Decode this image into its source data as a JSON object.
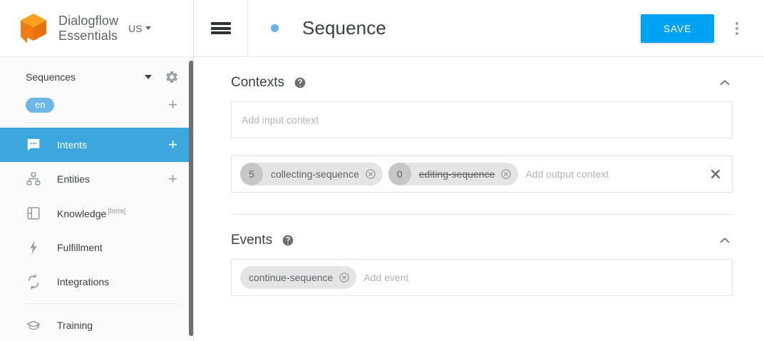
{
  "brand": {
    "logo_icon": "dialogflow-cube-logo",
    "name_line1": "Dialogflow",
    "name_line2": "Essentials",
    "region": "US",
    "region_caret_icon": "caret-down-icon"
  },
  "sidebar": {
    "agent": {
      "name": "Sequences",
      "caret_icon": "caret-down-icon",
      "settings_icon": "gear-icon"
    },
    "language": {
      "chip": "en",
      "add_icon": "plus-icon"
    },
    "items": [
      {
        "label": "Intents",
        "icon": "chat-bubble-icon",
        "selected": true,
        "action_icon": "plus-icon"
      },
      {
        "label": "Entities",
        "icon": "hierarchy-icon",
        "selected": false,
        "action_icon": "plus-icon"
      },
      {
        "label": "Knowledge",
        "icon": "book-icon",
        "selected": false,
        "badge": "[beta]"
      },
      {
        "label": "Fulfillment",
        "icon": "lightning-bolt-icon",
        "selected": false
      },
      {
        "label": "Integrations",
        "icon": "sync-arrows-icon",
        "selected": false
      },
      {
        "label": "Training",
        "icon": "graduation-cap-icon",
        "selected": false
      }
    ],
    "scrollbar": "vertical-scrollbar"
  },
  "topbar": {
    "menu_icon": "hamburger-menu-icon",
    "status_dot": "blue-status-dot",
    "title": "Sequence",
    "save_label": "SAVE",
    "more_icon": "kebab-menu-icon",
    "colors": {
      "save_button": "#00a2f3",
      "status_dot": "#63b3ea"
    }
  },
  "contexts": {
    "title": "Contexts",
    "help_icon": "help-circle-icon",
    "collapse_icon": "chevron-up-icon",
    "input_placeholder": "Add input context",
    "output_placeholder": "Add output context",
    "clear_icon": "close-x-icon",
    "output_chips": [
      {
        "count": "5",
        "label": "collecting-sequence",
        "struck": false,
        "remove_icon": "remove-circle-icon"
      },
      {
        "count": "0",
        "label": "editing-sequence",
        "struck": true,
        "remove_icon": "remove-circle-icon"
      }
    ]
  },
  "events": {
    "title": "Events",
    "help_icon": "help-circle-icon",
    "collapse_icon": "chevron-up-icon",
    "placeholder": "Add event",
    "chips": [
      {
        "label": "continue-sequence",
        "remove_icon": "remove-circle-icon"
      }
    ]
  }
}
